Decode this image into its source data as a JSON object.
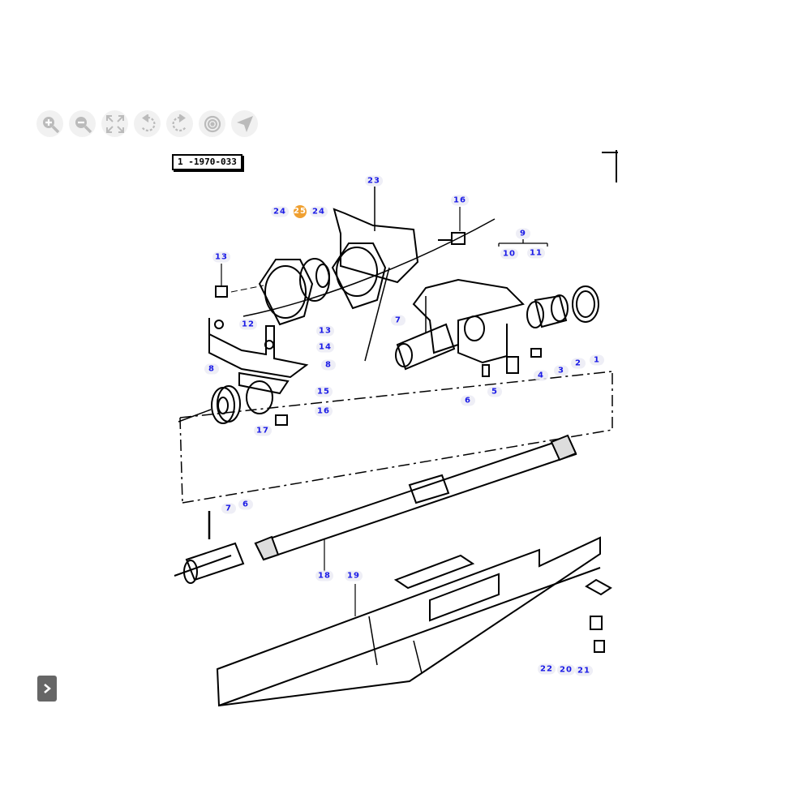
{
  "toolbar": {
    "buttons": [
      {
        "name": "zoom-in",
        "icon": "zoom-in-icon"
      },
      {
        "name": "zoom-out",
        "icon": "zoom-out-icon"
      },
      {
        "name": "fit",
        "icon": "expand-icon"
      },
      {
        "name": "rotate-left",
        "icon": "rotate-left-icon"
      },
      {
        "name": "rotate-right",
        "icon": "rotate-right-icon"
      },
      {
        "name": "target",
        "icon": "target-icon"
      },
      {
        "name": "navigate",
        "icon": "navigate-arrow-icon"
      }
    ],
    "icon_color": "#bdbdbd"
  },
  "diagram": {
    "reference": "1 -1970-033",
    "callouts": [
      "23",
      "24",
      "25",
      "24",
      "16",
      "13",
      "9",
      "10",
      "11",
      "7",
      "12",
      "13",
      "14",
      "8",
      "8",
      "15",
      "16",
      "17",
      "6",
      "5",
      "4",
      "3",
      "2",
      "1",
      "7",
      "6",
      "18",
      "19",
      "22",
      "20",
      "21"
    ],
    "highlighted": "25",
    "highlight_color": "#f0a030",
    "callout_color": "#1a1ae6"
  },
  "side_button": {
    "icon": "chevron-right-icon"
  }
}
